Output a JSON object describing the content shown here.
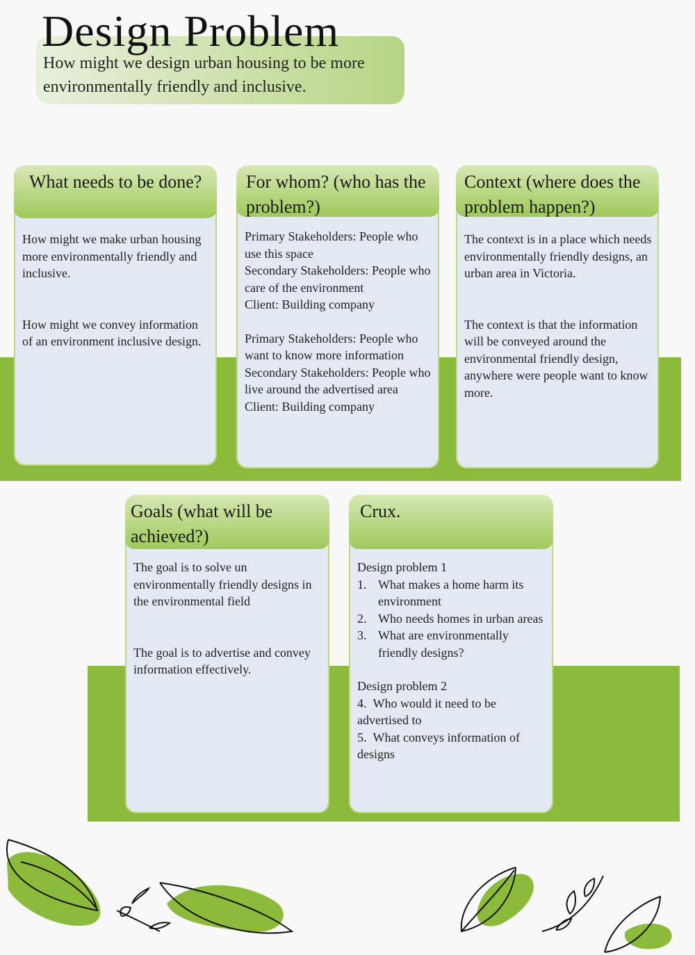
{
  "header": {
    "title": "Design Problem",
    "subtitle": "How might we design urban housing to be more environmentally friendly and inclusive."
  },
  "colors": {
    "band": "#8cbb3c",
    "card_body": "#e2e9f2",
    "card_head": "#a6cc66",
    "leaf": "#8cbb3c"
  },
  "cards": {
    "what": {
      "title": "What needs to be done?",
      "p1": "How might we make urban housing more environmentally friendly and inclusive.",
      "p2": "How might we convey information of an environment inclusive design."
    },
    "whom": {
      "title": "For whom? (who has the problem?)",
      "l1": "Primary Stakeholders: People who use this space",
      "l2": "Secondary Stakeholders: People who care of the environment",
      "l3": "Client: Building company",
      "l4": "Primary Stakeholders: People who want to know more information",
      "l5": "Secondary Stakeholders: People who live around the advertised area",
      "l6": "Client: Building company"
    },
    "context": {
      "title": "Context (where does the problem happen?)",
      "p1": "The context is in a place which needs environmentally friendly designs, an urban area in Victoria.",
      "p2": "The context is that the information will be conveyed around the environmental friendly design, anywhere were people want to know more."
    },
    "goals": {
      "title": "Goals (what will be achieved?)",
      "p1": "The goal is to solve un environmentally friendly designs in the environmental field",
      "p2": "The goal is to advertise and convey information effectively."
    },
    "crux": {
      "title": "Crux.",
      "dp1": "Design problem 1",
      "items1": [
        {
          "num": "1.",
          "text": "What makes a home harm its environment"
        },
        {
          "num": "2.",
          "text": "Who needs homes in urban areas"
        },
        {
          "num": "3.",
          "text": "What are environmentally friendly designs?"
        }
      ],
      "dp2": "Design problem 2",
      "items2": [
        {
          "num": "4.",
          "text": "Who would it need to be advertised to"
        },
        {
          "num": "5.",
          "text": "What conveys information of designs"
        }
      ]
    }
  }
}
